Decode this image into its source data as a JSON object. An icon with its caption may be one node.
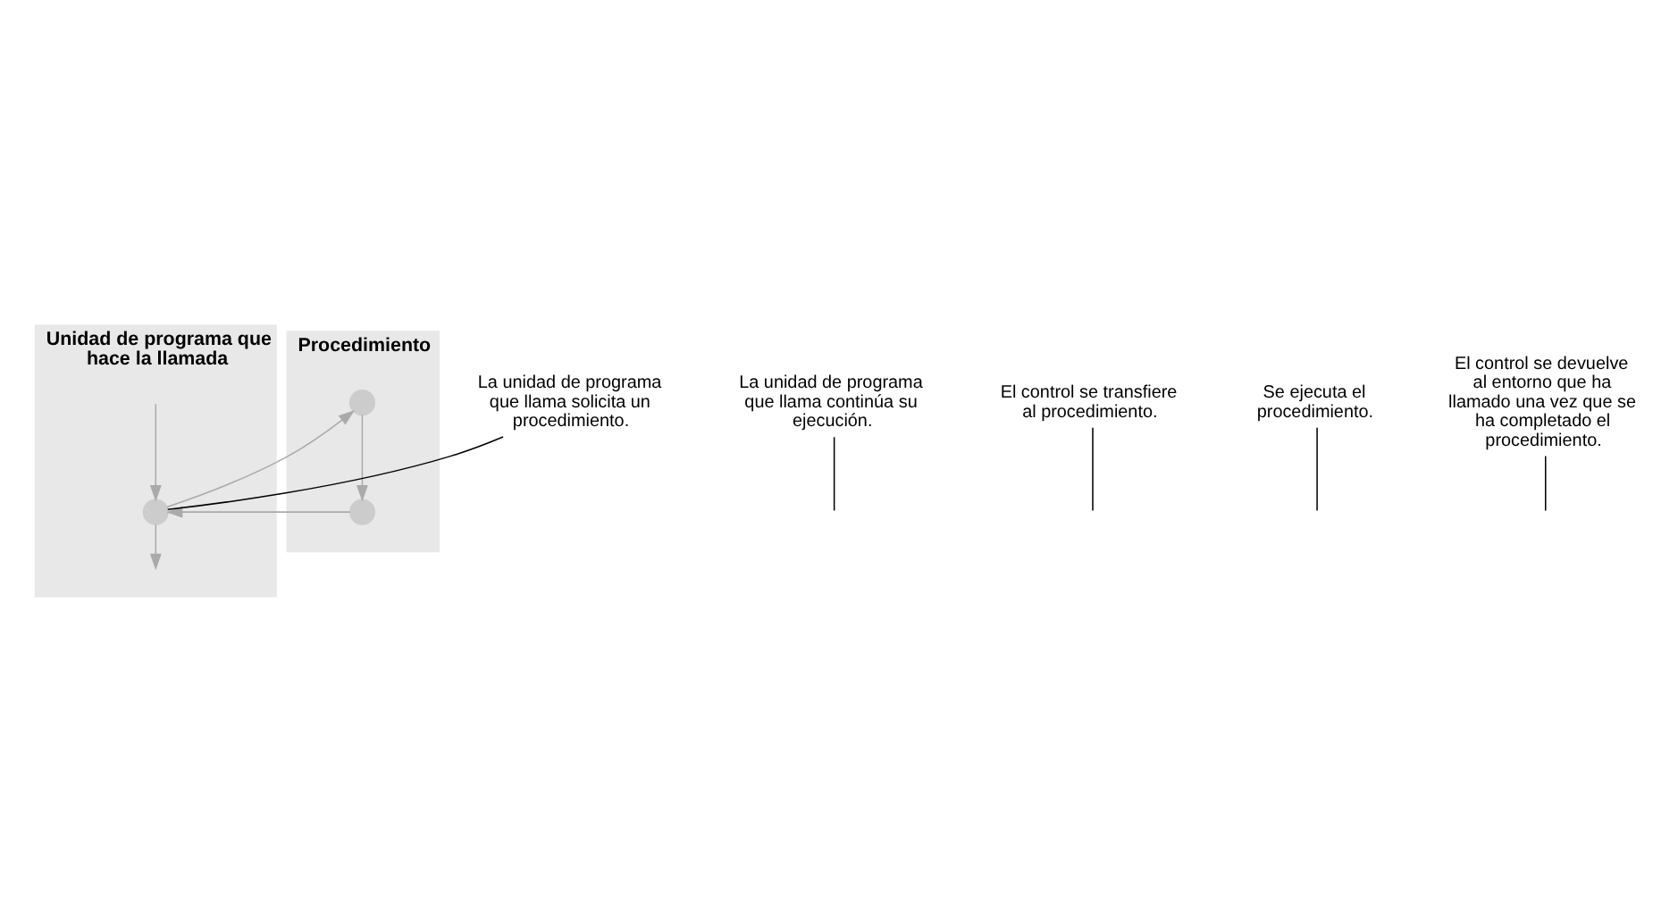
{
  "diagram": {
    "nodes": [
      {
        "text": [
          "Unidad de programa que hace la llamada"
        ]
      },
      {
        "text": [],
        "shape": "circle",
        "in": 0
      },
      {
        "text": [
          "Procedimiento"
        ]
      },
      {
        "text": [],
        "shape": "circle",
        "in": 2
      },
      {
        "text": [],
        "shape": "circle",
        "in": 2
      },
      {
        "text": [
          "La unidad de programa que llama solicita un procedimiento."
        ]
      },
      {
        "text": [
          "La unidad de programa que llama continúa su ejecución."
        ]
      },
      {
        "text": [
          "El control se transfiere al procedimiento."
        ]
      },
      {
        "text": [
          "Se ejecuta el procedimiento."
        ]
      },
      {
        "text": [
          "El control se devuelve al entorno que ha llamado una vez que se ha completado el procedimiento."
        ]
      }
    ],
    "edges": [
      {
        "from": null,
        "to": 1,
        "arrow": "to",
        "color": "#aaaaaa"
      },
      {
        "from": 1,
        "to": null,
        "arrow": "to",
        "color": "#aaaaaa"
      },
      {
        "from": 1,
        "to": 3,
        "arrow": "to",
        "color": "#aaaaaa"
      },
      {
        "from": 3,
        "to": 4,
        "arrow": "to",
        "color": "#aaaaaa"
      },
      {
        "from": 4,
        "to": 1,
        "arrow": "to",
        "color": "#aaaaaa"
      },
      {
        "from": 5,
        "to": 1,
        "arrow": "none",
        "color": "#000000"
      },
      {
        "from": 6,
        "to": null,
        "arrow": "none",
        "color": "#000000"
      },
      {
        "from": 7,
        "to": null,
        "arrow": "none",
        "color": "#000000"
      },
      {
        "from": 8,
        "to": null,
        "arrow": "none",
        "color": "#000000"
      },
      {
        "from": 9,
        "to": null,
        "arrow": "none",
        "color": "#000000"
      }
    ]
  }
}
